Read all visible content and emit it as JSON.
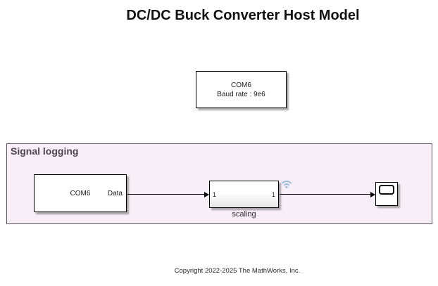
{
  "title": "DC/DC Buck Converter Host Model",
  "copyright": "Copyright 2022-2025 The MathWorks, Inc.",
  "colors": {
    "area_fill": "#f7eef7",
    "area_border": "#5c5560",
    "area_label_text": "#4c4650",
    "block_border": "#000000",
    "wire": "#000000",
    "wifi_icon": "#8fb9de"
  },
  "blocks": {
    "host_serial_setup": {
      "line1": "COM6",
      "line2": "Baud rate : 9e6"
    },
    "serial_receive": {
      "name": "COM6",
      "port_label": "Data"
    },
    "scaling": {
      "label": "scaling",
      "in_port": "1",
      "out_port": "1"
    }
  },
  "area": {
    "label": "Signal logging"
  }
}
